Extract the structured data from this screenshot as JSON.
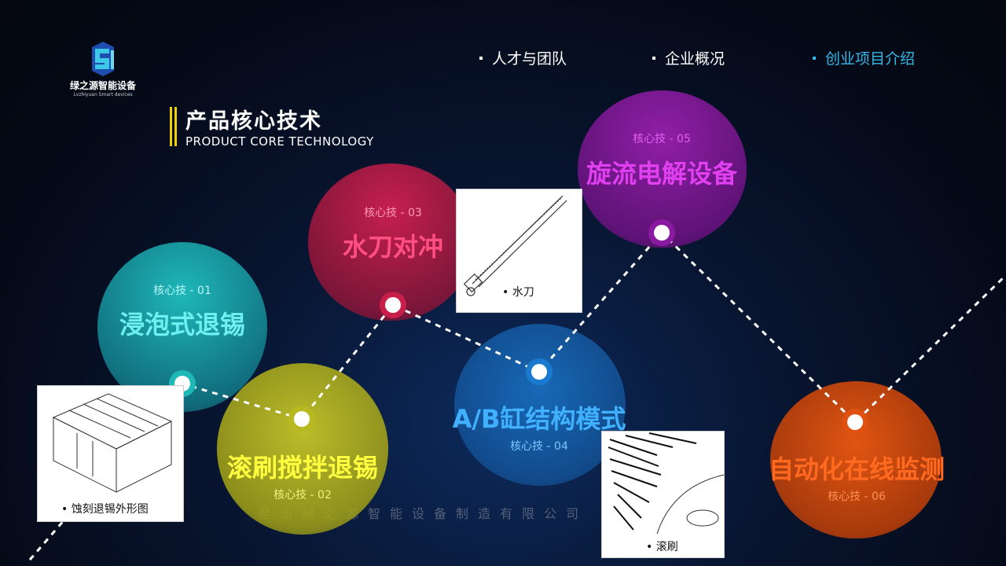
{
  "logo": {
    "name_cn": "绿之源智能设备",
    "name_en": "Lvzhiyuan Smart devices"
  },
  "nav": {
    "items": [
      {
        "label": "人才与团队",
        "active": false
      },
      {
        "label": "企业概况",
        "active": false
      },
      {
        "label": "创业项目介绍",
        "active": true
      }
    ],
    "active_color": "#35b8e8"
  },
  "section": {
    "title": "产品核心技术",
    "subtitle": "PRODUCT CORE TECHNOLOGY",
    "accent": "#f0d000"
  },
  "technologies": [
    {
      "tag": "核心技 - 01",
      "name": "浸泡式退锡",
      "color": "#1fb8b8"
    },
    {
      "tag": "核心技 - 02",
      "name": "滚刷搅拌退锡",
      "color": "#b8b820"
    },
    {
      "tag": "核心技 - 03",
      "name": "水刀对冲",
      "color": "#c81e4a"
    },
    {
      "tag": "核心技 - 04",
      "name": "A/B缸结构模式",
      "color": "#1a7ad0"
    },
    {
      "tag": "核心技 - 05",
      "name": "旋流电解设备",
      "color": "#8a1aa0"
    },
    {
      "tag": "核心技 - 06",
      "name": "自动化在线监测",
      "color": "#e05010"
    }
  ],
  "images": [
    {
      "caption": "• 蚀刻退锡外形图"
    },
    {
      "caption": "• 水刀"
    },
    {
      "caption": "• 滚刷"
    }
  ],
  "footer": "昆山绿之源智能设备制造有限公司"
}
